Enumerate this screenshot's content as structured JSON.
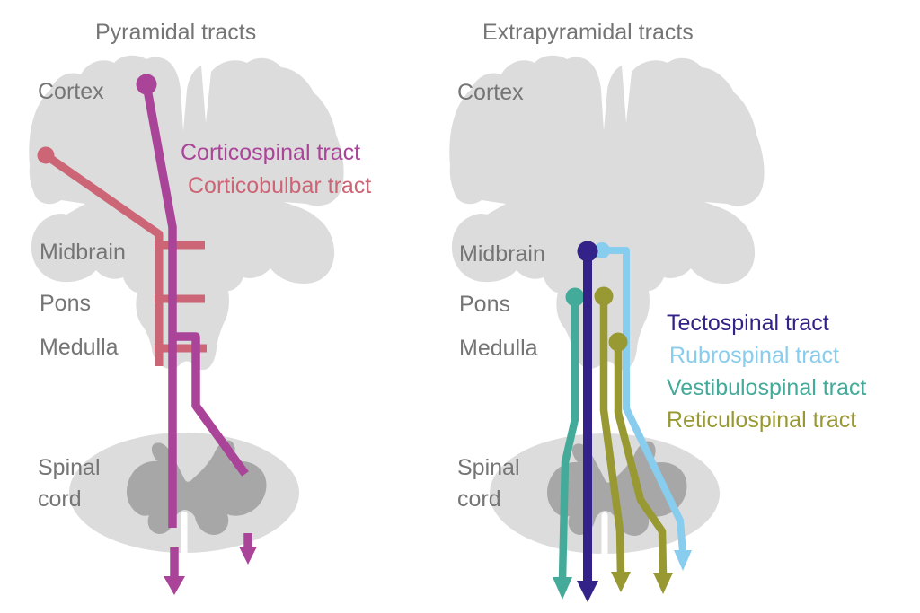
{
  "palette": {
    "background": "#ffffff",
    "label_gray": "#757575",
    "brain_gray": "#dcdcdc",
    "matter_gray": "#a7a7a7",
    "magenta": "#AA4499",
    "rose": "#CC6677",
    "indigo": "#332288",
    "cyan": "#88CCEE",
    "teal": "#44AA99",
    "olive": "#999933"
  },
  "left_figure": {
    "title": "Pyramidal tracts",
    "region_labels": {
      "cortex": "Cortex",
      "midbrain": "Midbrain",
      "pons": "Pons",
      "medulla": "Medulla",
      "spinal_cord": "Spinal\ncord"
    },
    "tracts": {
      "corticospinal": {
        "label": "Corticospinal tract",
        "color": "#AA4499"
      },
      "corticobulbar": {
        "label": "Corticobulbar tract",
        "color": "#CC6677"
      }
    }
  },
  "right_figure": {
    "title": "Extrapyramidal tracts",
    "region_labels": {
      "cortex": "Cortex",
      "midbrain": "Midbrain",
      "pons": "Pons",
      "medulla": "Medulla",
      "spinal_cord": "Spinal\ncord"
    },
    "tracts": {
      "tectospinal": {
        "label": "Tectospinal tract",
        "color": "#332288"
      },
      "rubrospinal": {
        "label": "Rubrospinal tract",
        "color": "#88CCEE"
      },
      "vestibulospinal": {
        "label": "Vestibulospinal tract",
        "color": "#44AA99"
      },
      "reticulospinal": {
        "label": "Reticulospinal tract",
        "color": "#999933"
      }
    }
  }
}
